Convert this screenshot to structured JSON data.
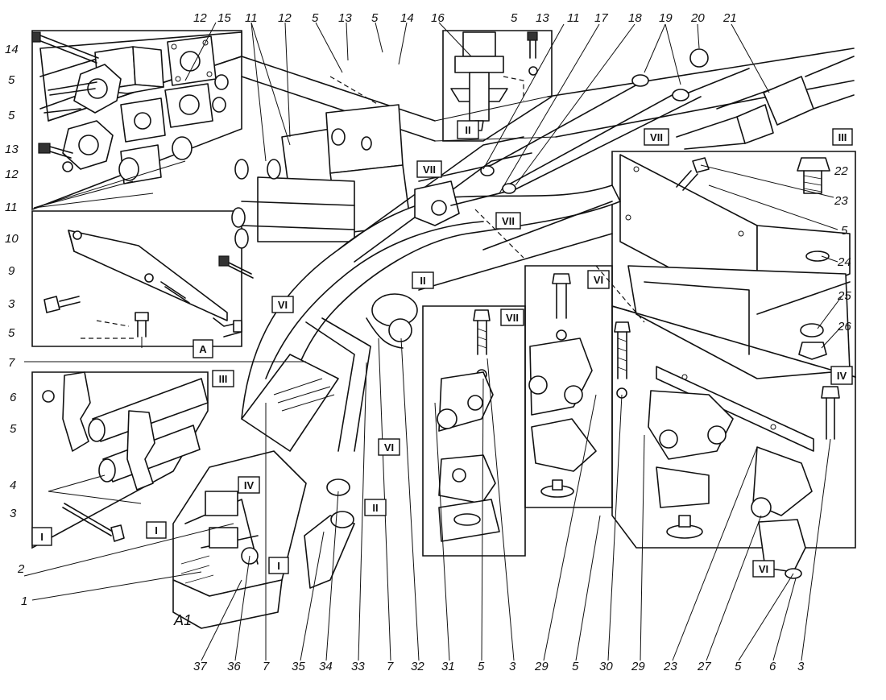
{
  "figure": {
    "panel_labels": [
      "A",
      "I",
      "II",
      "III",
      "IV",
      "VI",
      "VII"
    ],
    "roman_tags": {
      "I": "I",
      "II": "II",
      "III": "III",
      "IV": "IV",
      "VI": "VI",
      "VII": "VII"
    },
    "callouts": {
      "c1": "1",
      "c2": "2",
      "c3": "3",
      "c4": "4",
      "c5": "5",
      "c6": "6",
      "c7": "7",
      "c9": "9",
      "c10": "10",
      "c11": "11",
      "c12": "12",
      "c13": "13",
      "c14": "14",
      "c15": "15",
      "c16": "16",
      "c17": "17",
      "c18": "18",
      "c19": "19",
      "c20": "20",
      "c21": "21",
      "c22": "22",
      "c23": "23",
      "c24": "24",
      "c25": "25",
      "c26": "26",
      "c27": "27",
      "c29": "29",
      "c30": "30",
      "c31": "31",
      "c32": "32",
      "c33": "33",
      "c34": "34",
      "c35": "35",
      "c36": "36",
      "c37": "37"
    },
    "mark_A1": "A1"
  }
}
